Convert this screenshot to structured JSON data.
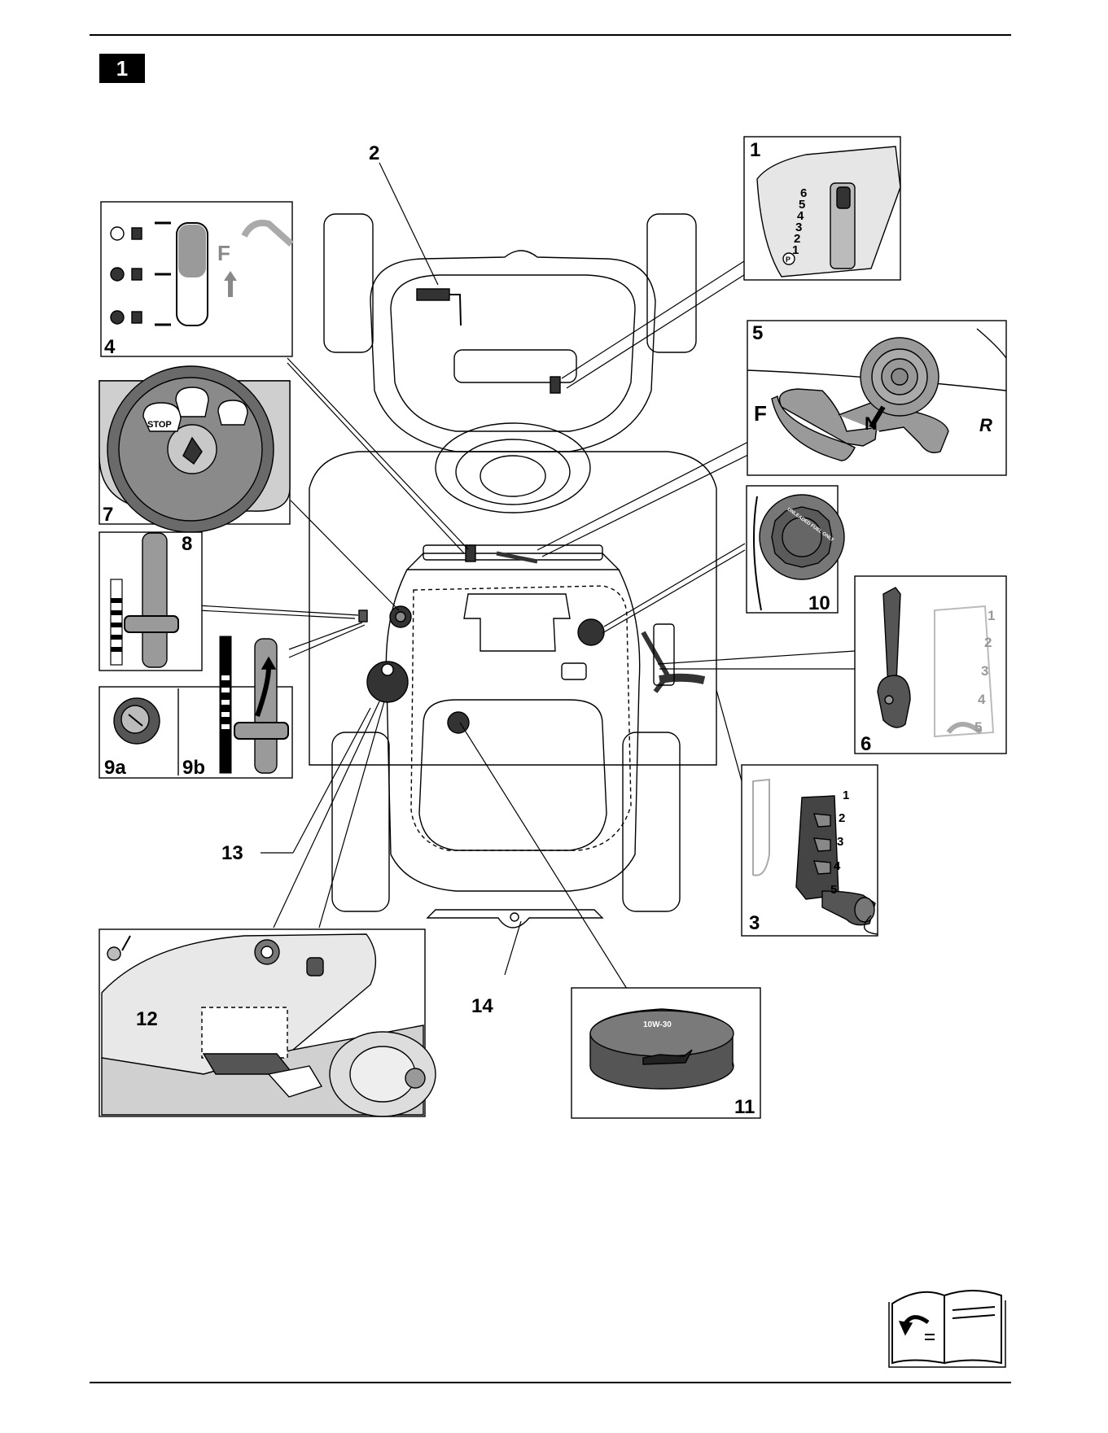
{
  "figure": {
    "number": "1"
  },
  "callouts": [
    "1",
    "2",
    "3",
    "4",
    "5",
    "6",
    "7",
    "8",
    "9a",
    "9b",
    "10",
    "11",
    "12",
    "13",
    "14"
  ],
  "gear_scale": [
    "6",
    "5",
    "4",
    "3",
    "2",
    "1"
  ],
  "gear_park_symbol": "P",
  "direction": {
    "forward": "F",
    "neutral": "N",
    "reverse": "R"
  },
  "ignition": {
    "stop": "STOP"
  },
  "height_scale": [
    "1",
    "2",
    "3",
    "4",
    "5"
  ],
  "fuel_cap_text": "UNLEADED FUEL ONLY",
  "oil_cap_text": "10W-30",
  "colors": {
    "ink": "#000000",
    "panel_grey": "#9a9a9a",
    "dark_grey": "#555555",
    "light_grey": "#d9d9d9"
  },
  "icons": [
    "book-icon",
    "oil-can-icon",
    "turtle-icon",
    "hare-icon",
    "fuel-pump-icon"
  ]
}
